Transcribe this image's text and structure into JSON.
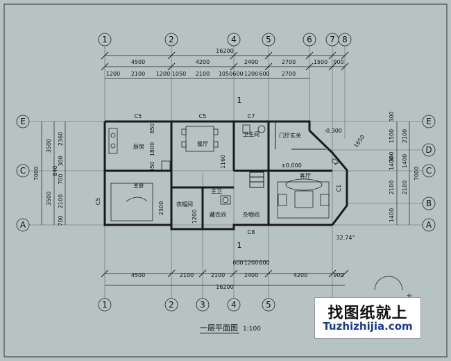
{
  "drawing": {
    "title": "一层平面图",
    "scale": "1:100",
    "axes_numeric": [
      "1",
      "2",
      "3",
      "4",
      "5",
      "6",
      "7",
      "8"
    ],
    "axes_alpha": [
      "A",
      "B",
      "C",
      "D",
      "E"
    ],
    "top_dims": {
      "total": "16200",
      "row2": [
        "4500",
        "4200",
        "2400",
        "2700",
        "1500",
        "900"
      ],
      "row1": [
        "1200",
        "2100",
        "1200",
        "1050",
        "2100",
        "1050",
        "600",
        "1200",
        "600",
        "2700"
      ]
    },
    "bottom_dims": {
      "row1": [
        "600",
        "1200",
        "600"
      ],
      "row2": [
        "4500",
        "2100",
        "2100",
        "2400",
        "4200",
        "900"
      ],
      "total": "16200"
    },
    "left_dims": {
      "outer": "7000",
      "mid": [
        "3500",
        "3500"
      ],
      "inner": [
        "2360",
        "300",
        "840",
        "700",
        "2100",
        "700"
      ]
    },
    "right_dims": {
      "outer": "7000",
      "mid": [
        "300",
        "1500",
        "300",
        "2100",
        "1400",
        "1400"
      ],
      "inner": [
        "2100",
        "1400",
        "2100"
      ]
    },
    "rooms": {
      "kitchen": "厨房",
      "dining": "餐厅",
      "bathroom_top": "卫生间",
      "foyer": "门厅玄关",
      "master_bedroom": "主卧",
      "storage": "杂物间",
      "closet": "衣帽间",
      "master_bath": "主卫",
      "laundry": "藏衣间",
      "living": "客厅"
    },
    "labels": {
      "c5_a": "C5",
      "c5_b": "C5",
      "c5_c": "C5",
      "c7": "C7",
      "c8": "C8",
      "c1": "C1",
      "c2": "C2",
      "elev_zero": "±0.000",
      "elev_minus": "-0.300",
      "section_top": "1",
      "section_bottom": "1",
      "dim_1800": "1800",
      "dim_350": "350",
      "dim_850": "850",
      "dim_2300": "2300",
      "dim_1160": "1160",
      "dim_1200": "1200",
      "dim_1650": "1650",
      "angle": "32.74°",
      "north": "北"
    }
  },
  "watermark": {
    "cn": "找图纸就上",
    "en": "Tuzhizhijia.com"
  }
}
